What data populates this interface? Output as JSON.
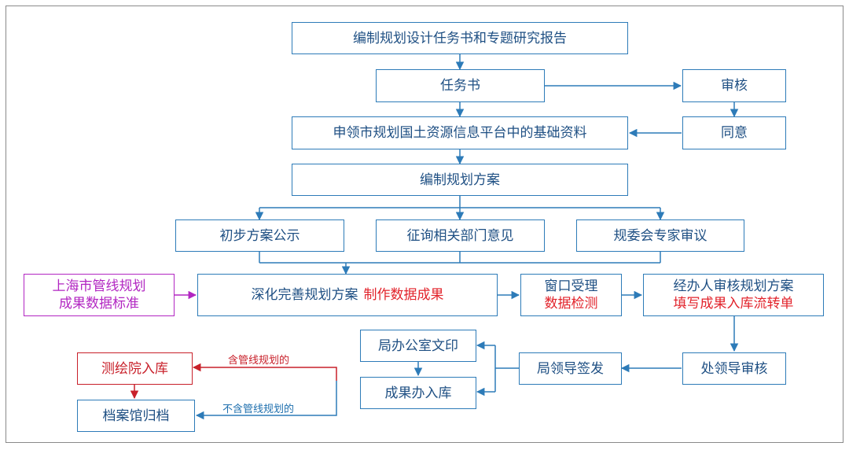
{
  "colors": {
    "blue": "#2d7bb8",
    "red": "#c8202a",
    "purple": "#b226c2",
    "highlight": "#e2232b"
  },
  "nodes": {
    "task_report": "编制规划设计任务书和专题研究报告",
    "task_book": "任务书",
    "review": "审核",
    "consent": "同意",
    "apply_data": "申领市规划国土资源信息平台中的基础资料",
    "draft_plan": "编制规划方案",
    "prelim_publicity": "初步方案公示",
    "consult_depts": "征询相关部门意见",
    "expert_review": "规委会专家审议",
    "standard_line1": "上海市管线规划",
    "standard_line2": "成果数据标准",
    "refine_plan": "深化完善规划方案",
    "make_data": "制作数据成果",
    "window_accept": "窗口受理",
    "data_check": "数据检测",
    "handler_review": "经办人审核规划方案",
    "fill_form": "填写成果入库流转单",
    "division_review": "处领导审核",
    "bureau_sign": "局领导签发",
    "office_print": "局办公室文印",
    "result_storage": "成果办入库",
    "survey_storage": "测绘院入库",
    "archive": "档案馆归档"
  },
  "edge_labels": {
    "with_pipeline": "含管线规划的",
    "without_pipeline": "不含管线规划的"
  }
}
